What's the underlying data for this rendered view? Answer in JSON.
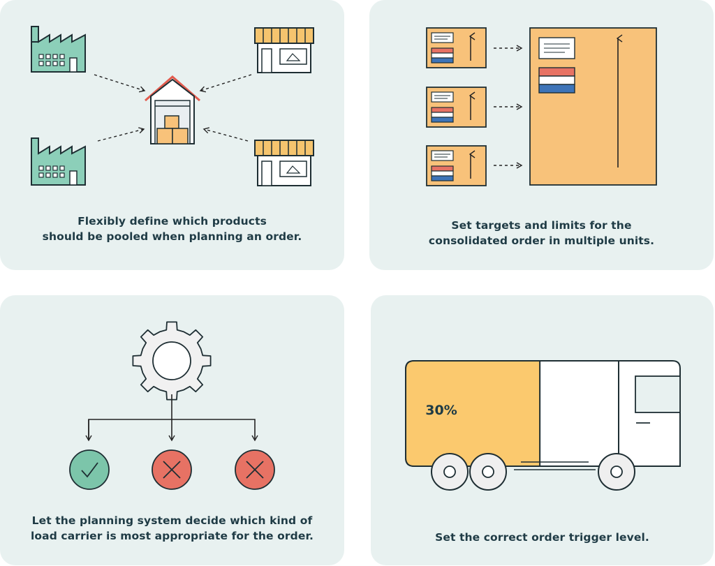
{
  "panels": [
    {
      "id": "pooling",
      "caption_lines": [
        "Flexibly define which products",
        "should be pooled when planning an order."
      ],
      "icons": [
        "factory-icon",
        "factory-icon",
        "store-icon",
        "store-icon",
        "warehouse-icon"
      ]
    },
    {
      "id": "targets",
      "caption_lines": [
        "Set targets and limits for the",
        "consolidated order in multiple units."
      ],
      "icons": [
        "order-card-icon",
        "order-card-icon",
        "order-card-icon",
        "consolidated-order-icon"
      ]
    },
    {
      "id": "load-carrier",
      "caption_lines": [
        "Let the planning system decide which kind of",
        "load carrier is most appropriate for the order."
      ],
      "icons": [
        "gear-icon",
        "check-icon",
        "cross-icon",
        "cross-icon"
      ]
    },
    {
      "id": "trigger",
      "caption_lines": [
        "Set the correct order trigger level."
      ],
      "trigger_level": "30%",
      "trigger_fill_fraction": 0.3,
      "icons": [
        "truck-icon"
      ]
    }
  ],
  "colors": {
    "card_bg": "#e8f1f0",
    "text": "#1f3b45",
    "teal": "#8ccfb9",
    "orange": "#f8c27a",
    "awning": "#f5c46e",
    "red": "#e77264",
    "blue": "#3e74b8",
    "green": "#7cc5aa",
    "gear": "#f1f1f1",
    "truck_fill": "#fbc96e"
  }
}
